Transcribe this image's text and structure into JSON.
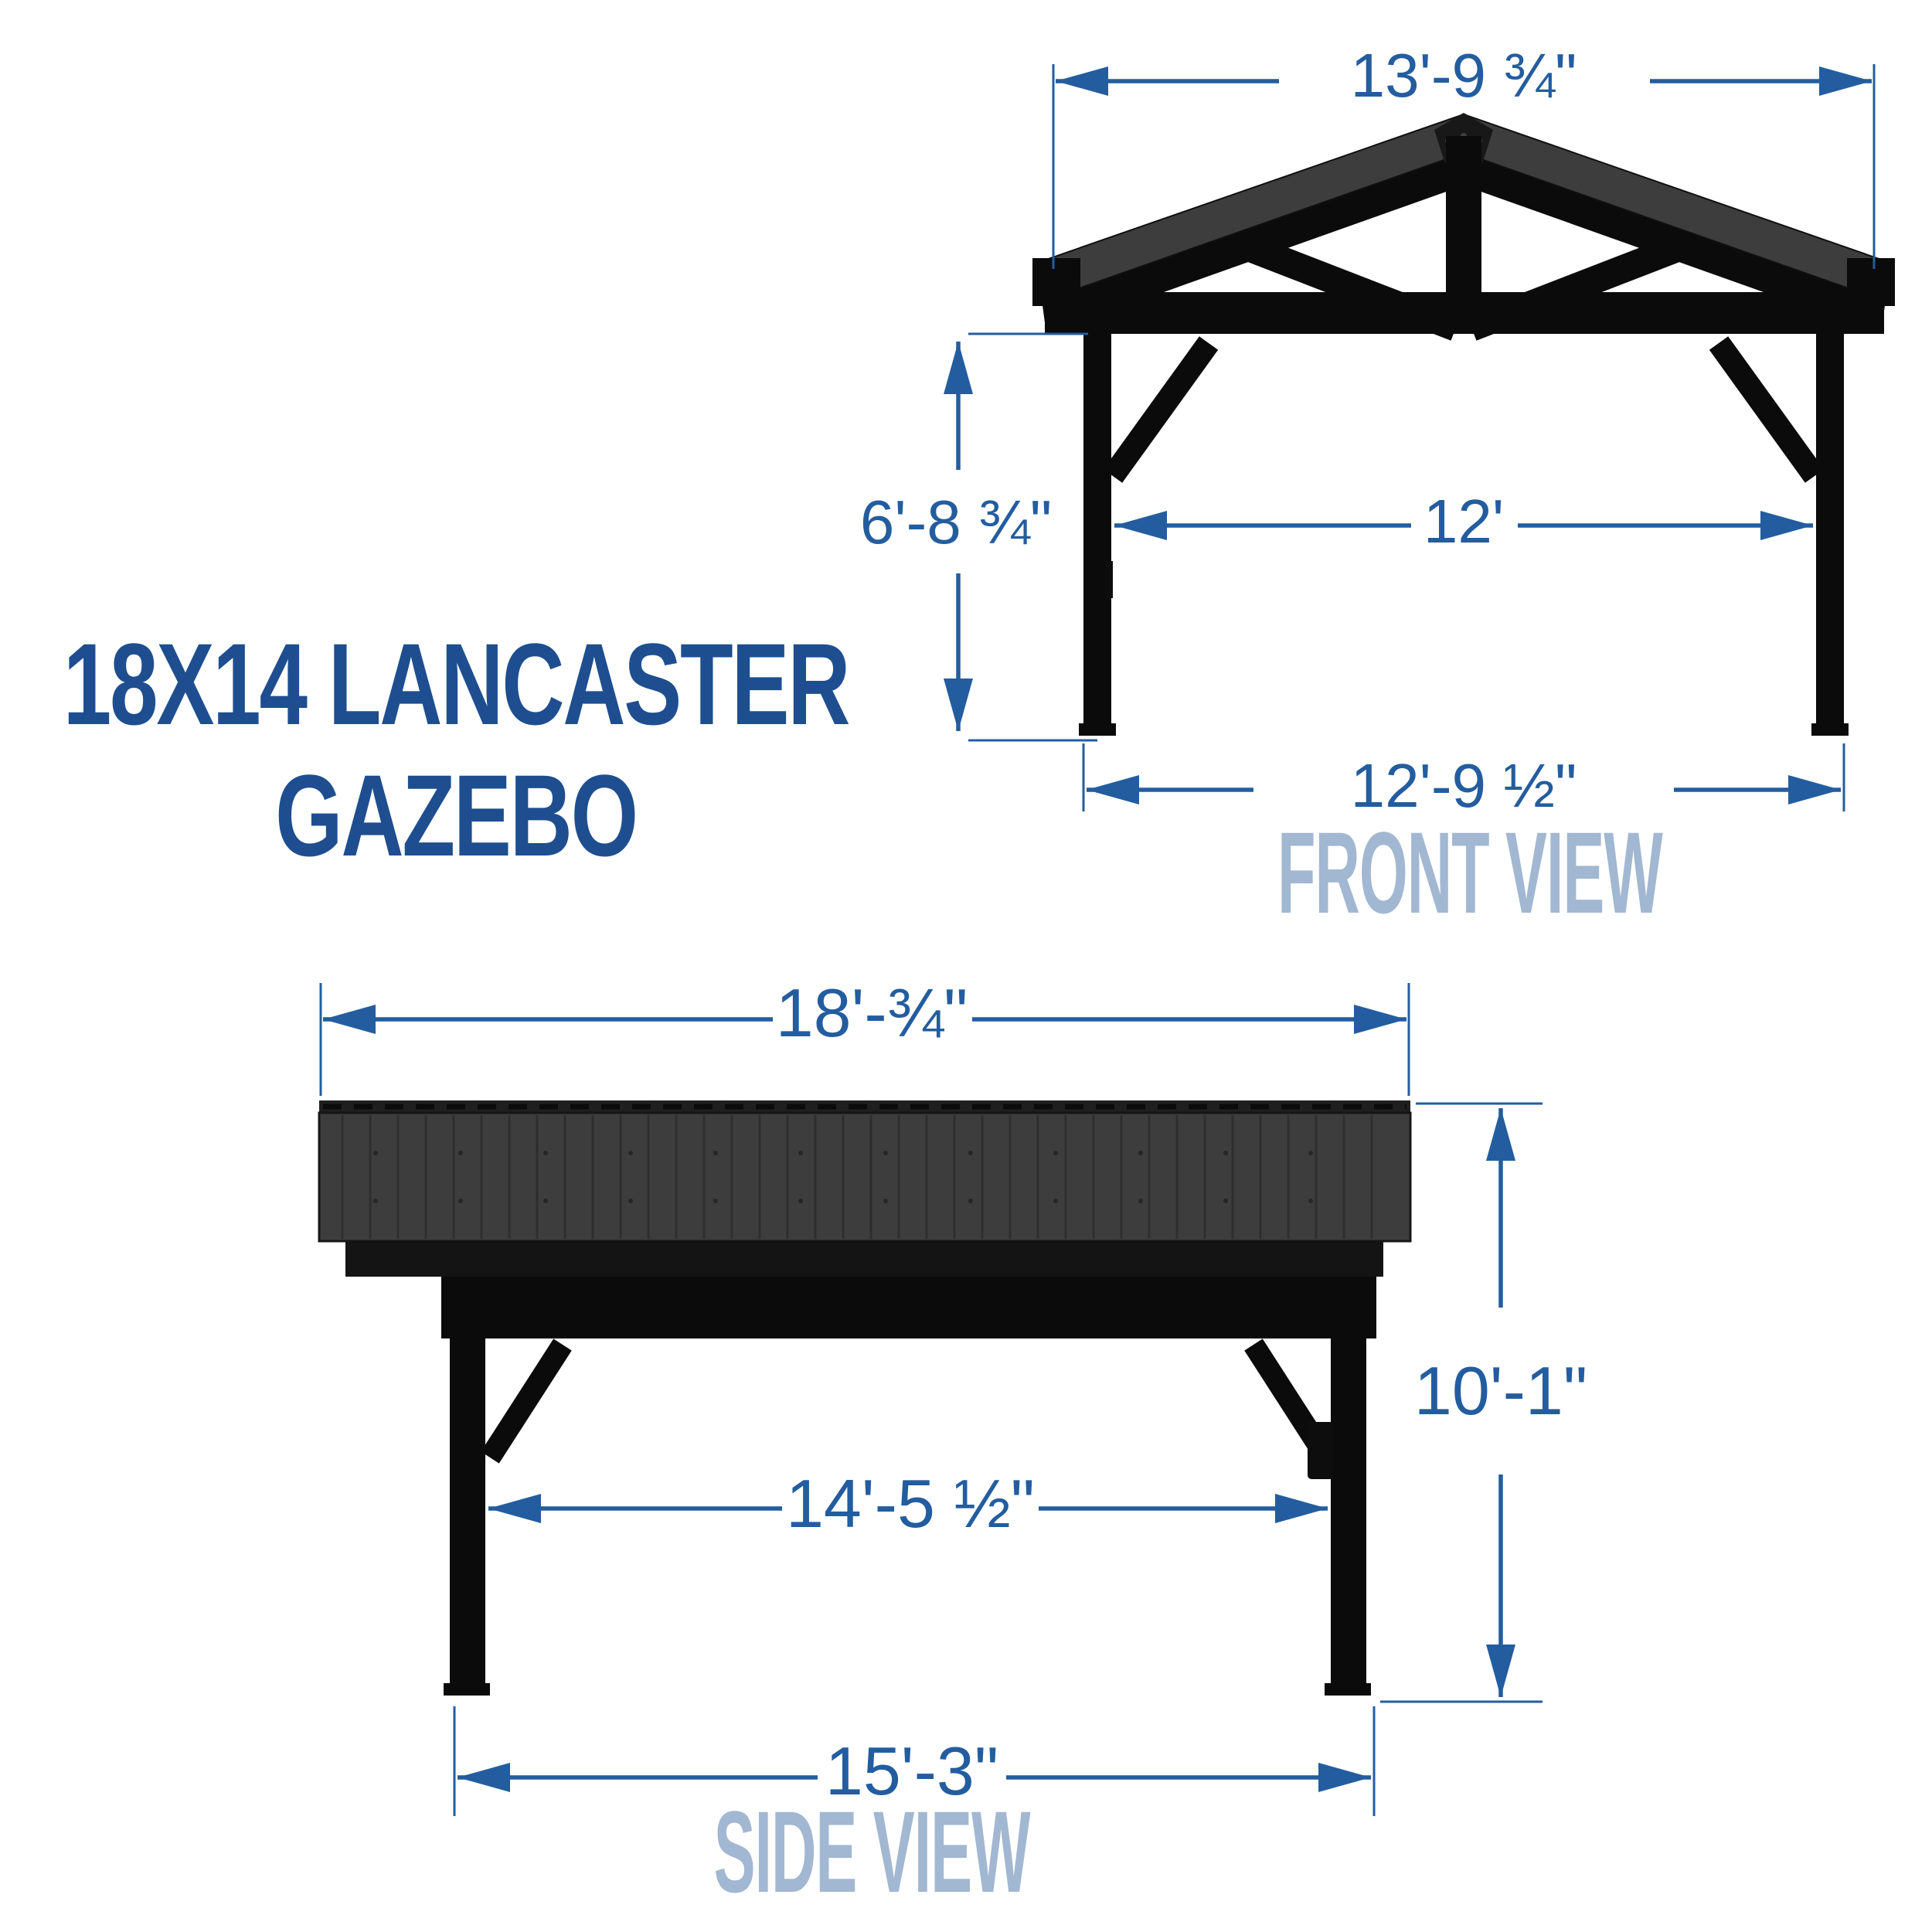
{
  "title": {
    "line1": "18X14 LANCASTER",
    "line2": "GAZEBO"
  },
  "front": {
    "label": "FRONT VIEW",
    "dims": {
      "roof_width": "13'-9 ¾\"",
      "height": "6'-8 ¾\"",
      "post_spacing": "12'",
      "base_width": "12'-9 ½\""
    }
  },
  "side": {
    "label": "SIDE VIEW",
    "dims": {
      "roof_length": "18'-¾\"",
      "height": "10'-1\"",
      "post_spacing": "14'-5 ½\"",
      "base_length": "15'-3\""
    }
  },
  "colors": {
    "dimension_blue": "#235D9F",
    "title_blue": "#1E4E8F",
    "view_label_blue": "#A2B7D1",
    "structure_black": "#0B0B0B",
    "roof_gray": "#3D3D3D",
    "roof_rib_gray": "#2E2E2E",
    "fascia_black": "#141414"
  }
}
